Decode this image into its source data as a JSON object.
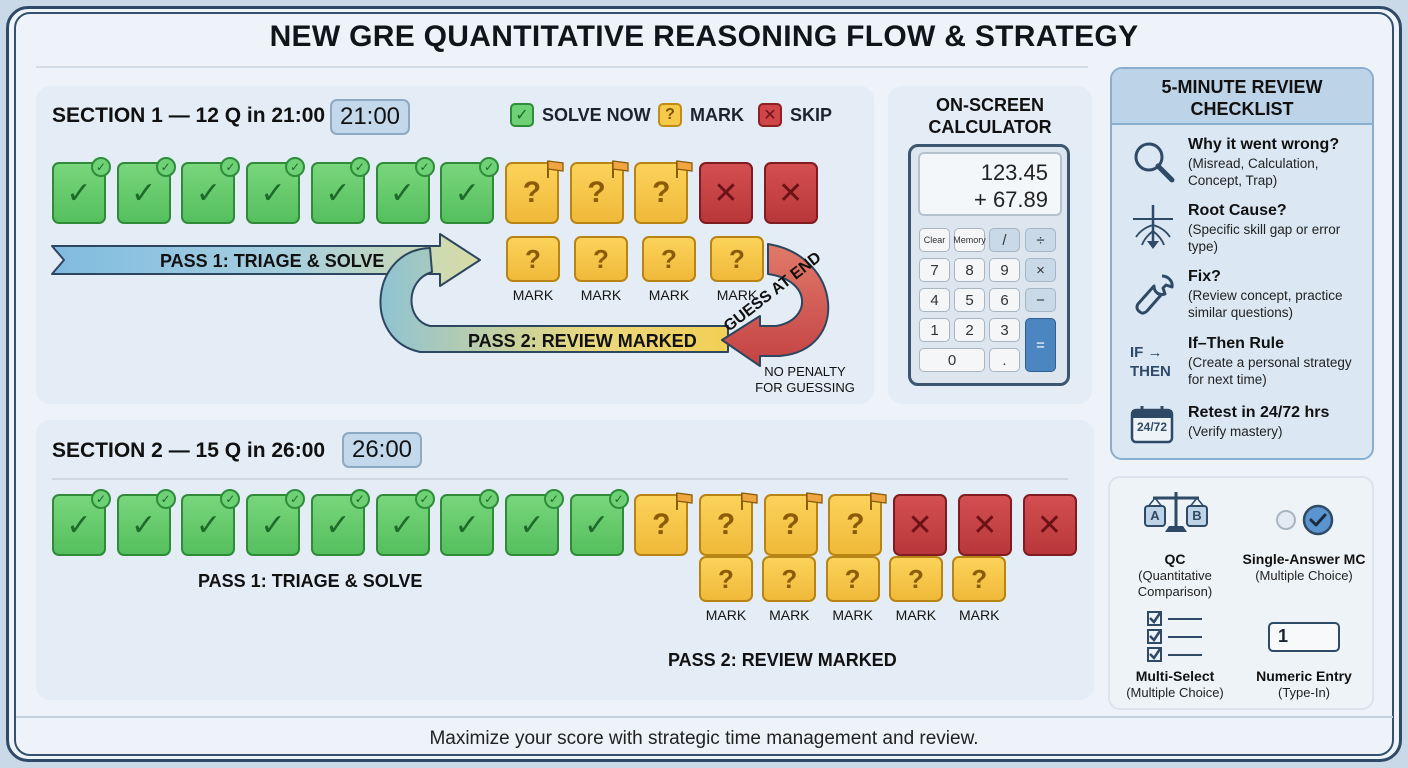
{
  "title": "NEW GRE QUANTITATIVE REASONING FLOW & STRATEGY",
  "colors": {
    "solve": "#5cc463",
    "mark": "#f4c244",
    "skip": "#c84245",
    "frame": "#2f4a66",
    "pass1": "#7fbbe0",
    "pass2": "#f3cf55"
  },
  "legend": {
    "solve": "SOLVE NOW",
    "mark": "MARK",
    "skip": "SKIP",
    "solve_symbol": "✓",
    "mark_symbol": "?",
    "skip_symbol": "✕"
  },
  "section1": {
    "title": "SECTION 1 — 12 Q in 21:00",
    "timer": "21:00",
    "solved": 7,
    "marked": 3,
    "skipped": 2,
    "mark_label": "MARK",
    "pass1": "PASS 1: TRIAGE & SOLVE",
    "pass2": "PASS 2: REVIEW MARKED",
    "guess": "GUESS AT END",
    "no_penalty": [
      "NO PENALTY",
      "FOR GUESSING"
    ]
  },
  "section2": {
    "title": "SECTION 2 — 15 Q in 26:00",
    "timer": "26:00",
    "solved": 9,
    "marked": 4,
    "skipped": 3,
    "mark_label": "MARK",
    "pass1": "PASS 1: TRIAGE & SOLVE",
    "pass2": "PASS 2: REVIEW MARKED"
  },
  "calculator": {
    "title": [
      "ON-SCREEN",
      "CALCULATOR"
    ],
    "display": [
      "123.45",
      "+ 67.89"
    ],
    "keys": [
      "Clear",
      "Memory",
      "/",
      "÷",
      "7",
      "8",
      "9",
      "×",
      "4",
      "5",
      "6",
      "−",
      "1",
      "2",
      "3",
      "0",
      ".",
      "="
    ]
  },
  "checklist": {
    "title": [
      "5-MINUTE REVIEW",
      "CHECKLIST"
    ],
    "items": [
      {
        "icon": "magnifier-icon",
        "title": "Why it went wrong?",
        "desc": "(Misread, Calculation, Concept, Trap)"
      },
      {
        "icon": "root-icon",
        "title": "Root Cause?",
        "desc": "(Specific skill gap or error type)"
      },
      {
        "icon": "wrench-icon",
        "title": "Fix?",
        "desc": "(Review concept, practice similar questions)"
      },
      {
        "icon": "if-then-icon",
        "title": "If–Then Rule",
        "desc": "(Create a personal strategy for next time)",
        "icon_text": [
          "IF →",
          "THEN"
        ]
      },
      {
        "icon": "calendar-icon",
        "title": "Retest in 24/72 hrs",
        "desc": "(Verify mastery)",
        "icon_text": "24/72"
      }
    ]
  },
  "question_types": [
    {
      "icon": "scale-icon",
      "name": "QC",
      "desc": [
        "(Quantitative",
        "Comparison)"
      ],
      "icon_text": [
        "A",
        "B"
      ]
    },
    {
      "icon": "radio-icon",
      "name": "Single-Answer MC",
      "desc": [
        "(Multiple Choice)"
      ]
    },
    {
      "icon": "checklist-icon",
      "name": "Multi-Select",
      "desc": [
        "(Multiple Choice)"
      ]
    },
    {
      "icon": "numeric-entry-icon",
      "name": "Numeric Entry",
      "desc": [
        "(Type-In)"
      ],
      "icon_text": "1"
    }
  ],
  "footer": "Maximize your score with strategic time management and review."
}
